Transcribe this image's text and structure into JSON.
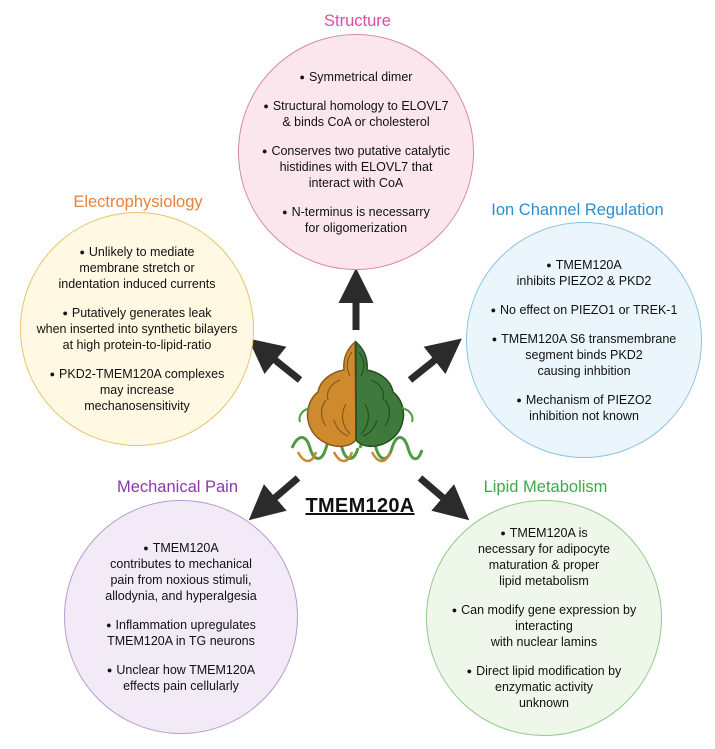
{
  "center": {
    "label": "TMEM120A"
  },
  "colors": {
    "structure": "#e04aa0",
    "electrophysiology": "#e8823a",
    "ion_channel": "#2a8fd0",
    "mechanical_pain": "#8a3aa6",
    "lipid_metabolism": "#3fa84a",
    "protein_orange": "#cf8a2e",
    "protein_green": "#3f7a3c"
  },
  "sections": {
    "structure": {
      "title": "Structure",
      "items": [
        {
          "text": "Symmetrical dimer"
        },
        {
          "text": "Structural homology to ELOVL7\n& binds CoA or cholesterol"
        },
        {
          "text": "Conserves two putative catalytic\nhistidines with ELOVL7 that\ninteract with CoA"
        },
        {
          "text": "N-terminus is necessarry\nfor oligomerization"
        }
      ]
    },
    "electrophysiology": {
      "title": "Electrophysiology",
      "items": [
        {
          "text": "Unlikely to mediate\nmembrane stretch or\nindentation induced currents"
        },
        {
          "text": "Putatively generates leak\nwhen inserted into synthetic bilayers\nat high protein-to-lipid-ratio"
        },
        {
          "text": "PKD2-TMEM120A complexes\nmay increase\nmechanosensitivity"
        }
      ]
    },
    "ion_channel": {
      "title": "Ion Channel Regulation",
      "items": [
        {
          "text": "TMEM120A\ninhibits PIEZO2 & PKD2"
        },
        {
          "text": "No effect on PIEZO1 or TREK-1"
        },
        {
          "text": "TMEM120A S6 transmembrane\nsegment binds PKD2\ncausing inhbition"
        },
        {
          "text": "Mechanism of PIEZO2\ninhibition not known"
        }
      ]
    },
    "mechanical_pain": {
      "title": "Mechanical Pain",
      "items": [
        {
          "text": "TMEM120A\ncontributes to mechanical\npain from noxious stimuli,\nallodynia, and hyperalgesia"
        },
        {
          "text": "Inflammation upregulates\nTMEM120A in TG neurons"
        },
        {
          "text": "Unclear how TMEM120A\neffects pain cellularly"
        }
      ]
    },
    "lipid_metabolism": {
      "title": "Lipid Metabolism",
      "items": [
        {
          "text": "TMEM120A is\nnecessary for adipocyte\nmaturation & proper\nlipid metabolism"
        },
        {
          "text": "Can modify gene expression by\ninteracting\nwith nuclear lamins"
        },
        {
          "text": "Direct lipid modification by\nenzymatic activity\nunknown"
        }
      ]
    }
  }
}
